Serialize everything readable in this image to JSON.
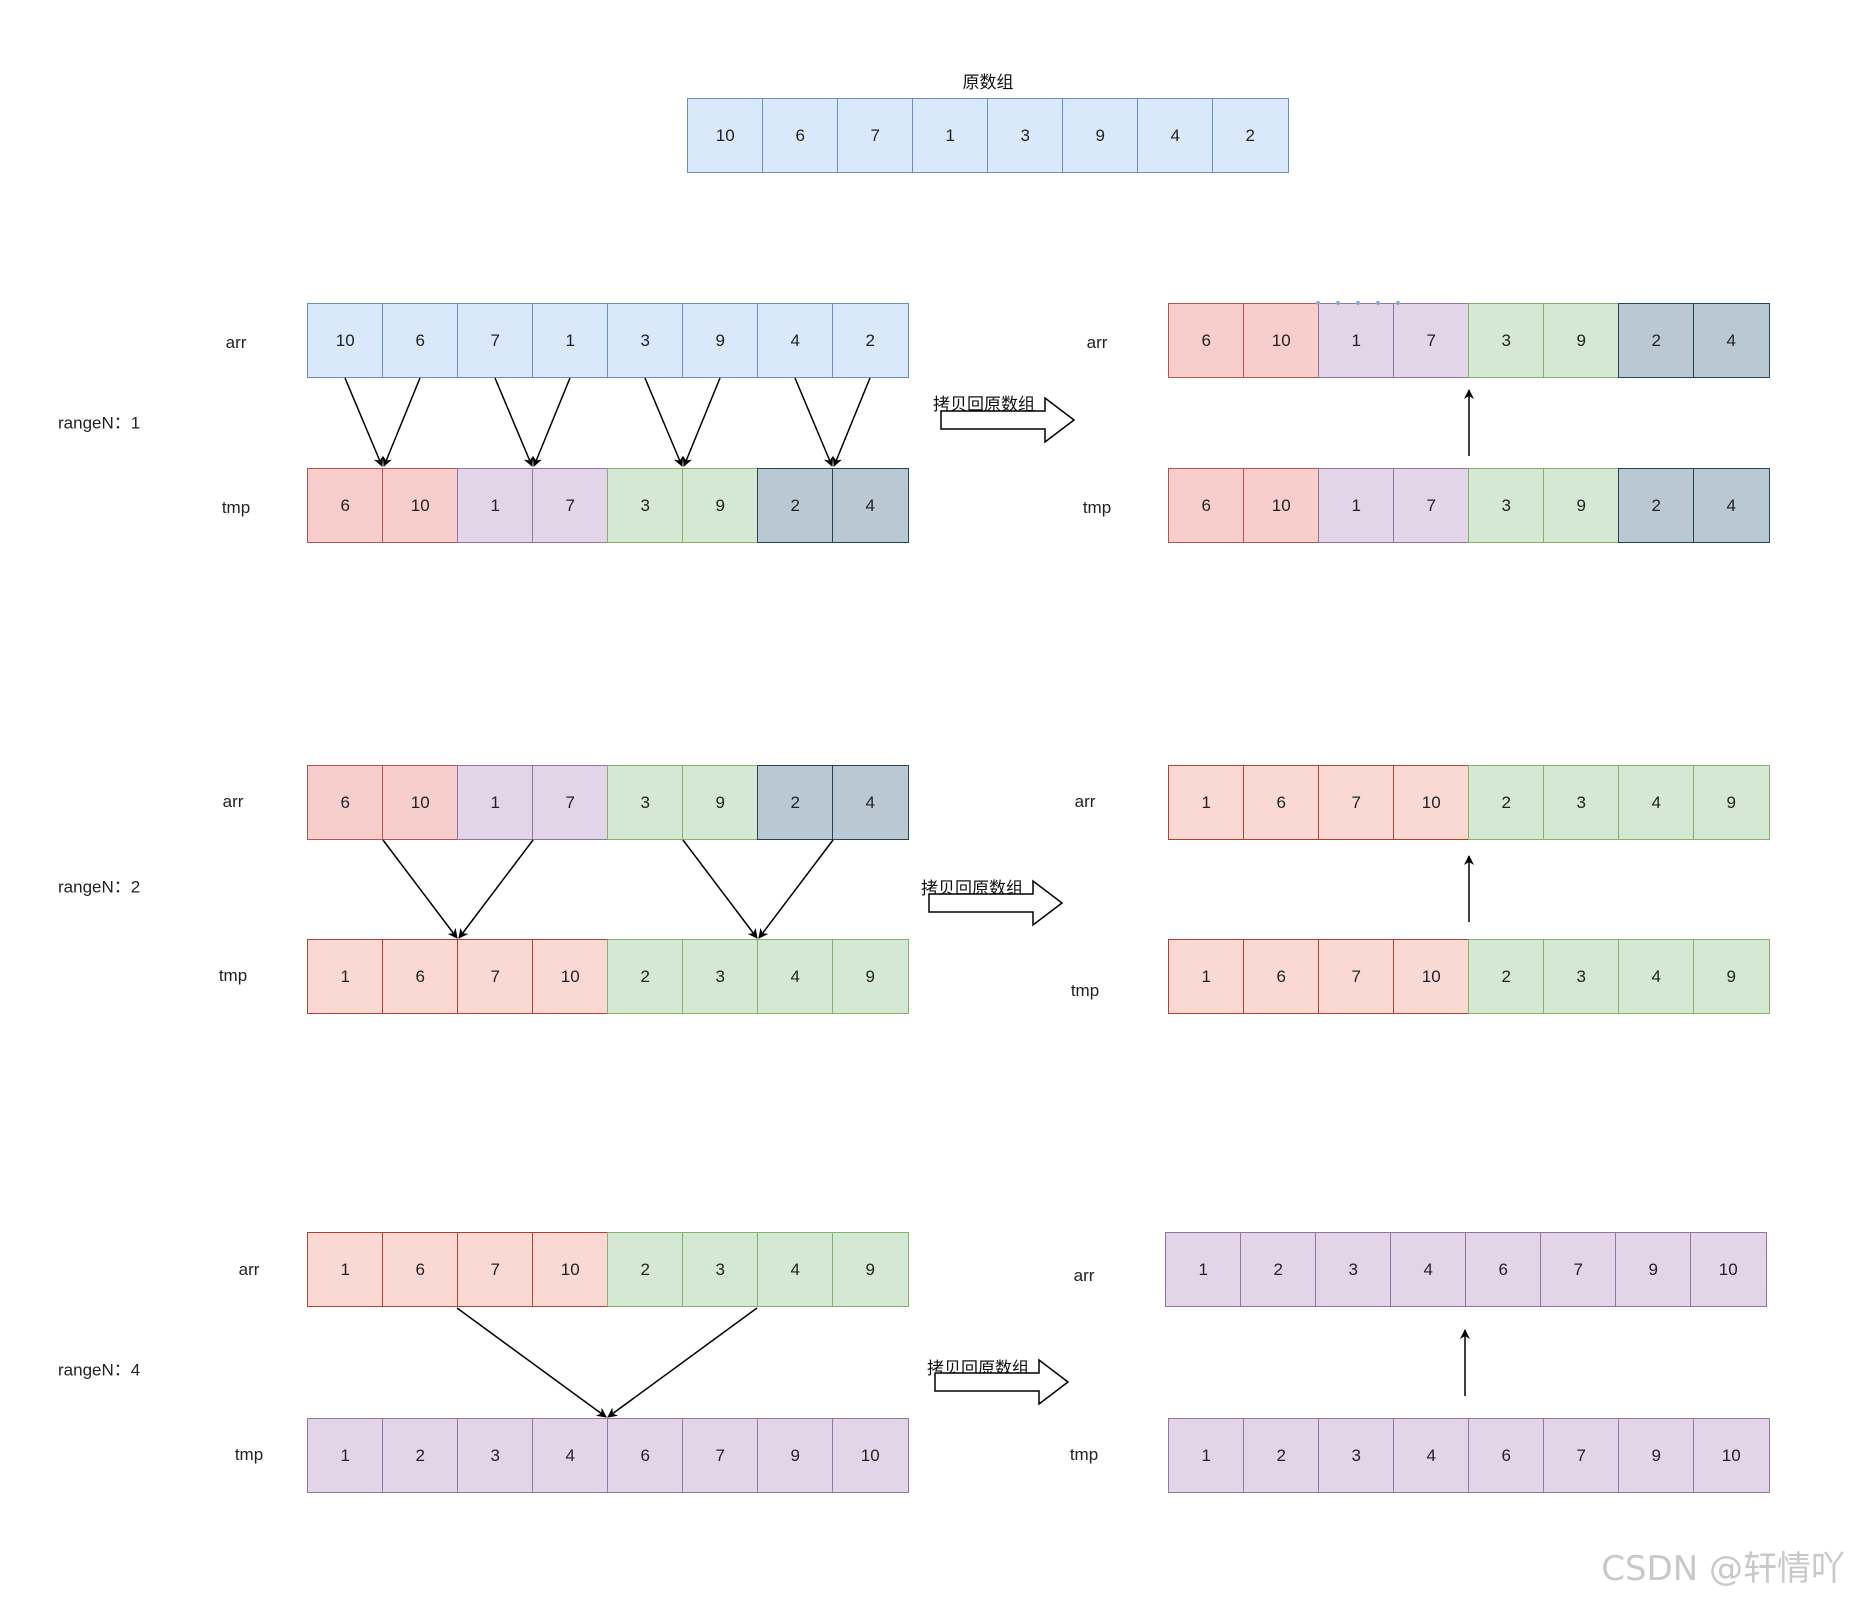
{
  "title": "原数组",
  "palette": {
    "blue": {
      "fill": "#dae8fc",
      "stroke": "#6c8ebf"
    },
    "red": {
      "fill": "#f8cecc",
      "stroke": "#b85450"
    },
    "lred": {
      "fill": "#fad9d5",
      "stroke": "#ae4132"
    },
    "purple": {
      "fill": "#e1d5e7",
      "stroke": "#9673a6"
    },
    "green": {
      "fill": "#d5e8d4",
      "stroke": "#82b366"
    },
    "slate": {
      "fill": "#bac8d3",
      "stroke": "#23445d"
    }
  },
  "original": [
    {
      "v": "10",
      "c": "blue"
    },
    {
      "v": "6",
      "c": "blue"
    },
    {
      "v": "7",
      "c": "blue"
    },
    {
      "v": "1",
      "c": "blue"
    },
    {
      "v": "3",
      "c": "blue"
    },
    {
      "v": "9",
      "c": "blue"
    },
    {
      "v": "4",
      "c": "blue"
    },
    {
      "v": "2",
      "c": "blue"
    }
  ],
  "copy_label": "拷贝回原数组",
  "stages": [
    {
      "range_label": "rangeN：1",
      "arr_label": "arr",
      "tmp_label": "tmp",
      "arr": [
        {
          "v": "10",
          "c": "blue"
        },
        {
          "v": "6",
          "c": "blue"
        },
        {
          "v": "7",
          "c": "blue"
        },
        {
          "v": "1",
          "c": "blue"
        },
        {
          "v": "3",
          "c": "blue"
        },
        {
          "v": "9",
          "c": "blue"
        },
        {
          "v": "4",
          "c": "blue"
        },
        {
          "v": "2",
          "c": "blue"
        }
      ],
      "tmp": [
        {
          "v": "6",
          "c": "red"
        },
        {
          "v": "10",
          "c": "red"
        },
        {
          "v": "1",
          "c": "purple"
        },
        {
          "v": "7",
          "c": "purple"
        },
        {
          "v": "3",
          "c": "green"
        },
        {
          "v": "9",
          "c": "green"
        },
        {
          "v": "2",
          "c": "slate"
        },
        {
          "v": "4",
          "c": "slate"
        }
      ],
      "copied_arr": [
        {
          "v": "6",
          "c": "red"
        },
        {
          "v": "10",
          "c": "red"
        },
        {
          "v": "1",
          "c": "purple"
        },
        {
          "v": "7",
          "c": "purple"
        },
        {
          "v": "3",
          "c": "green"
        },
        {
          "v": "9",
          "c": "green"
        },
        {
          "v": "2",
          "c": "slate"
        },
        {
          "v": "4",
          "c": "slate"
        }
      ],
      "copied_tmp": [
        {
          "v": "6",
          "c": "red"
        },
        {
          "v": "10",
          "c": "red"
        },
        {
          "v": "1",
          "c": "purple"
        },
        {
          "v": "7",
          "c": "purple"
        },
        {
          "v": "3",
          "c": "green"
        },
        {
          "v": "9",
          "c": "green"
        },
        {
          "v": "2",
          "c": "slate"
        },
        {
          "v": "4",
          "c": "slate"
        }
      ]
    },
    {
      "range_label": "rangeN：2",
      "arr_label": "arr",
      "tmp_label": "tmp",
      "arr": [
        {
          "v": "6",
          "c": "red"
        },
        {
          "v": "10",
          "c": "red"
        },
        {
          "v": "1",
          "c": "purple"
        },
        {
          "v": "7",
          "c": "purple"
        },
        {
          "v": "3",
          "c": "green"
        },
        {
          "v": "9",
          "c": "green"
        },
        {
          "v": "2",
          "c": "slate"
        },
        {
          "v": "4",
          "c": "slate"
        }
      ],
      "tmp": [
        {
          "v": "1",
          "c": "lred"
        },
        {
          "v": "6",
          "c": "lred"
        },
        {
          "v": "7",
          "c": "lred"
        },
        {
          "v": "10",
          "c": "lred"
        },
        {
          "v": "2",
          "c": "green"
        },
        {
          "v": "3",
          "c": "green"
        },
        {
          "v": "4",
          "c": "green"
        },
        {
          "v": "9",
          "c": "green"
        }
      ],
      "copied_arr": [
        {
          "v": "1",
          "c": "lred"
        },
        {
          "v": "6",
          "c": "lred"
        },
        {
          "v": "7",
          "c": "lred"
        },
        {
          "v": "10",
          "c": "lred"
        },
        {
          "v": "2",
          "c": "green"
        },
        {
          "v": "3",
          "c": "green"
        },
        {
          "v": "4",
          "c": "green"
        },
        {
          "v": "9",
          "c": "green"
        }
      ],
      "copied_tmp": [
        {
          "v": "1",
          "c": "lred"
        },
        {
          "v": "6",
          "c": "lred"
        },
        {
          "v": "7",
          "c": "lred"
        },
        {
          "v": "10",
          "c": "lred"
        },
        {
          "v": "2",
          "c": "green"
        },
        {
          "v": "3",
          "c": "green"
        },
        {
          "v": "4",
          "c": "green"
        },
        {
          "v": "9",
          "c": "green"
        }
      ]
    },
    {
      "range_label": "rangeN：4",
      "arr_label": "arr",
      "tmp_label": "tmp",
      "arr": [
        {
          "v": "1",
          "c": "lred"
        },
        {
          "v": "6",
          "c": "lred"
        },
        {
          "v": "7",
          "c": "lred"
        },
        {
          "v": "10",
          "c": "lred"
        },
        {
          "v": "2",
          "c": "green"
        },
        {
          "v": "3",
          "c": "green"
        },
        {
          "v": "4",
          "c": "green"
        },
        {
          "v": "9",
          "c": "green"
        }
      ],
      "tmp": [
        {
          "v": "1",
          "c": "purple"
        },
        {
          "v": "2",
          "c": "purple"
        },
        {
          "v": "3",
          "c": "purple"
        },
        {
          "v": "4",
          "c": "purple"
        },
        {
          "v": "6",
          "c": "purple"
        },
        {
          "v": "7",
          "c": "purple"
        },
        {
          "v": "9",
          "c": "purple"
        },
        {
          "v": "10",
          "c": "purple"
        }
      ],
      "copied_arr": [
        {
          "v": "1",
          "c": "purple"
        },
        {
          "v": "2",
          "c": "purple"
        },
        {
          "v": "3",
          "c": "purple"
        },
        {
          "v": "4",
          "c": "purple"
        },
        {
          "v": "6",
          "c": "purple"
        },
        {
          "v": "7",
          "c": "purple"
        },
        {
          "v": "9",
          "c": "purple"
        },
        {
          "v": "10",
          "c": "purple"
        }
      ],
      "copied_tmp": [
        {
          "v": "1",
          "c": "purple"
        },
        {
          "v": "2",
          "c": "purple"
        },
        {
          "v": "3",
          "c": "purple"
        },
        {
          "v": "4",
          "c": "purple"
        },
        {
          "v": "6",
          "c": "purple"
        },
        {
          "v": "7",
          "c": "purple"
        },
        {
          "v": "9",
          "c": "purple"
        },
        {
          "v": "10",
          "c": "purple"
        }
      ]
    }
  ],
  "watermark": "CSDN @轩情吖"
}
